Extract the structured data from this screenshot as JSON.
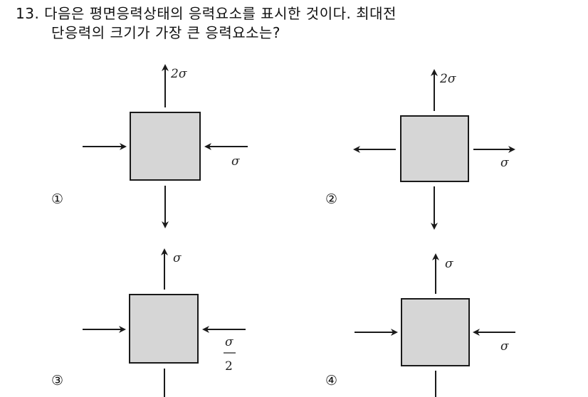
{
  "question": {
    "number": "13.",
    "line1": "다음은 평면응력상태의 응력요소를 표시한 것이다. 최대전",
    "line2": "단응력의 크기가 가장 큰 응력요소는?"
  },
  "colors": {
    "element_fill": "#d6d6d6",
    "element_stroke": "#1a1a1a",
    "arrow": "#1a1a1a"
  },
  "choices": [
    {
      "marker": "①",
      "vertical_label": "2σ",
      "vertical_type": "tension",
      "horizontal_label": "σ",
      "horizontal_type": "compression"
    },
    {
      "marker": "②",
      "vertical_label": "2σ",
      "vertical_type": "tension",
      "horizontal_label": "σ",
      "horizontal_type": "tension"
    },
    {
      "marker": "③",
      "vertical_label": "σ",
      "vertical_type": "tension",
      "horizontal_label_num": "σ",
      "horizontal_label_den": "2",
      "horizontal_type": "compression"
    },
    {
      "marker": "④",
      "vertical_label": "σ",
      "vertical_type": "tension",
      "horizontal_label": "σ",
      "horizontal_type": "compression"
    }
  ]
}
